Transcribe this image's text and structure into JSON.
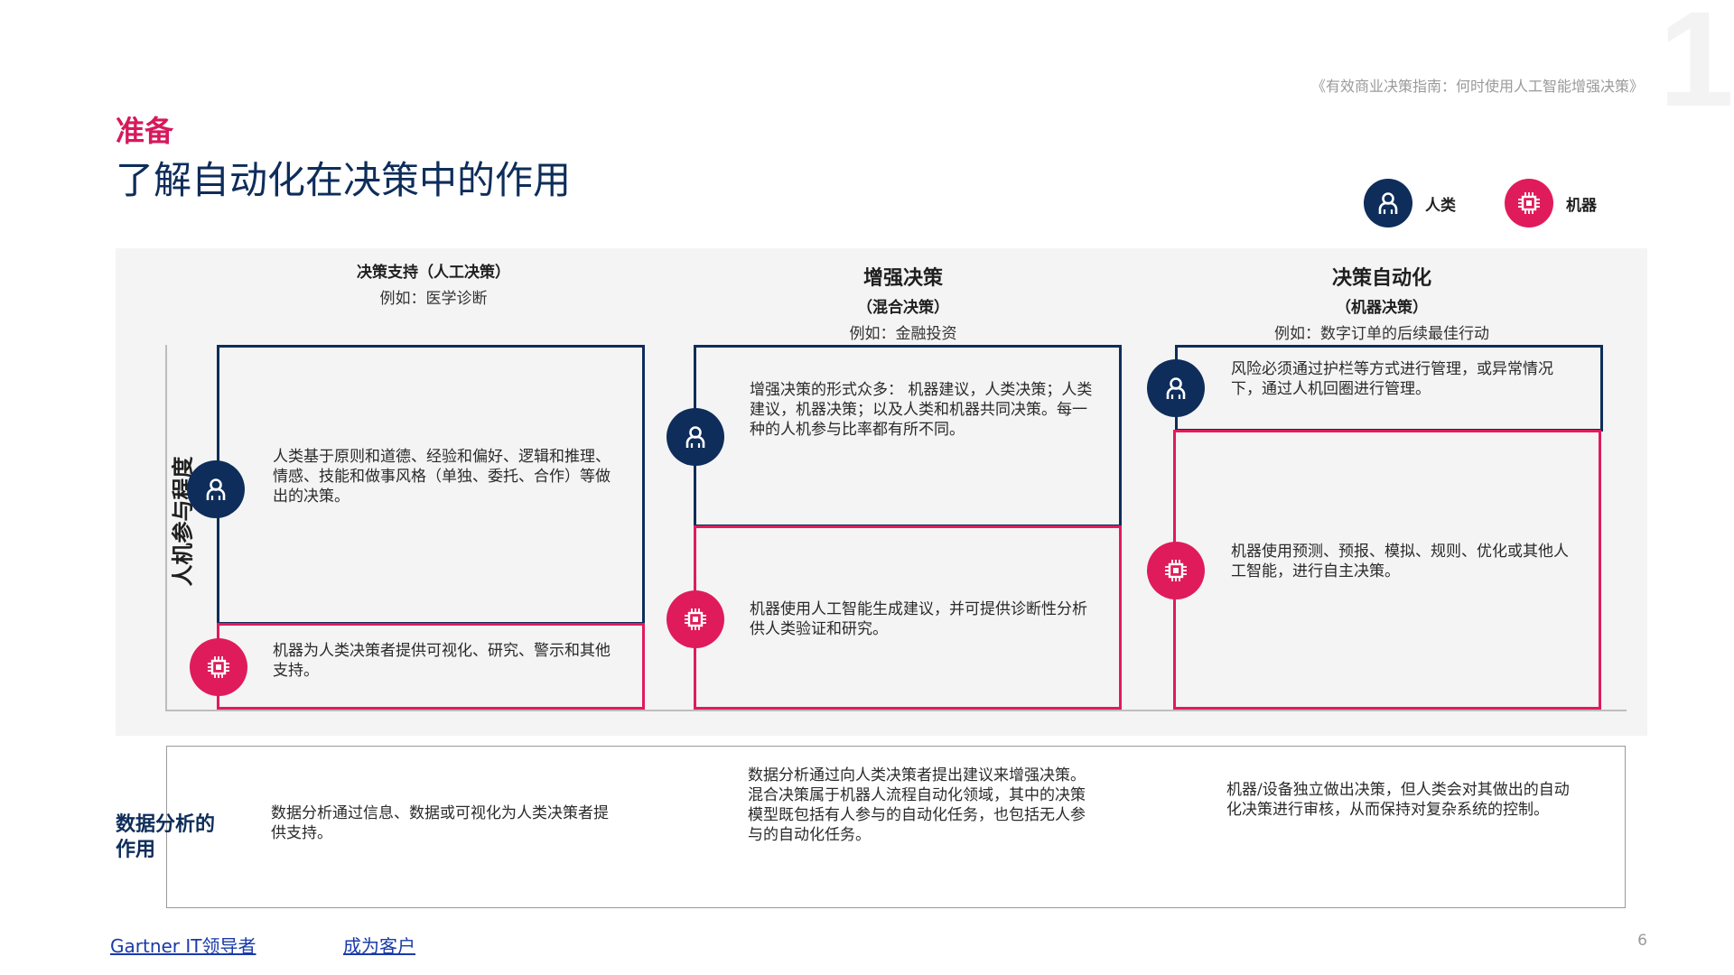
{
  "header": {
    "big_number": "1",
    "doc_title": "《有效商业决策指南：何时使用人工智能增强决策》",
    "section_label": "准备",
    "page_title": "了解自动化在决策中的作用"
  },
  "legend": {
    "human_label": "人类",
    "machine_label": "机器"
  },
  "icons": {
    "human": "person-icon",
    "machine": "chip-icon"
  },
  "colors": {
    "navy": "#0e2d5a",
    "pink": "#e01b5c",
    "panel": "#f4f4f4"
  },
  "y_axis_label": "人机参与程度",
  "columns": [
    {
      "heading": "决策支持（人工决策）",
      "sub": "",
      "example": "例如：医学诊断",
      "human_text": "人类基于原则和道德、经验和偏好、逻辑和推理、情感、技能和做事风格（单独、委托、合作）等做出的决策。",
      "machine_text": "机器为人类决策者提供可视化、研究、警示和其他支持。"
    },
    {
      "heading": "增强决策",
      "sub": "（混合决策）",
      "example": "例如：金融投资",
      "human_text": "增强决策的形式众多： 机器建议，人类决策；人类建议，机器决策；以及人类和机器共同决策。每一种的人机参与比率都有所不同。",
      "machine_text": "机器使用人工智能生成建议，并可提供诊断性分析供人类验证和研究。"
    },
    {
      "heading": "决策自动化",
      "sub": "（机器决策）",
      "example": "例如：数字订单的后续最佳行动",
      "human_text": "风险必须通过护栏等方式进行管理，或异常情况下，通过人机回圈进行管理。",
      "machine_text": "机器使用预测、预报、模拟、规则、优化或其他人工智能，进行自主决策。"
    }
  ],
  "analytics": {
    "label": "数据分析的作用",
    "items": [
      "数据分析通过信息、数据或可视化为人类决策者提供支持。",
      "数据分析通过向人类决策者提出建议来增强决策。 混合决策属于机器人流程自动化领域，其中的决策模型既包括有人参与的自动化任务，也包括无人参与的自动化任务。",
      "机器/设备独立做出决策，但人类会对其做出的自动化决策进行审核，从而保持对复杂系统的控制。"
    ]
  },
  "footer": {
    "link1": "Gartner IT领导者",
    "link2": "成为客户",
    "page_number": "6"
  }
}
